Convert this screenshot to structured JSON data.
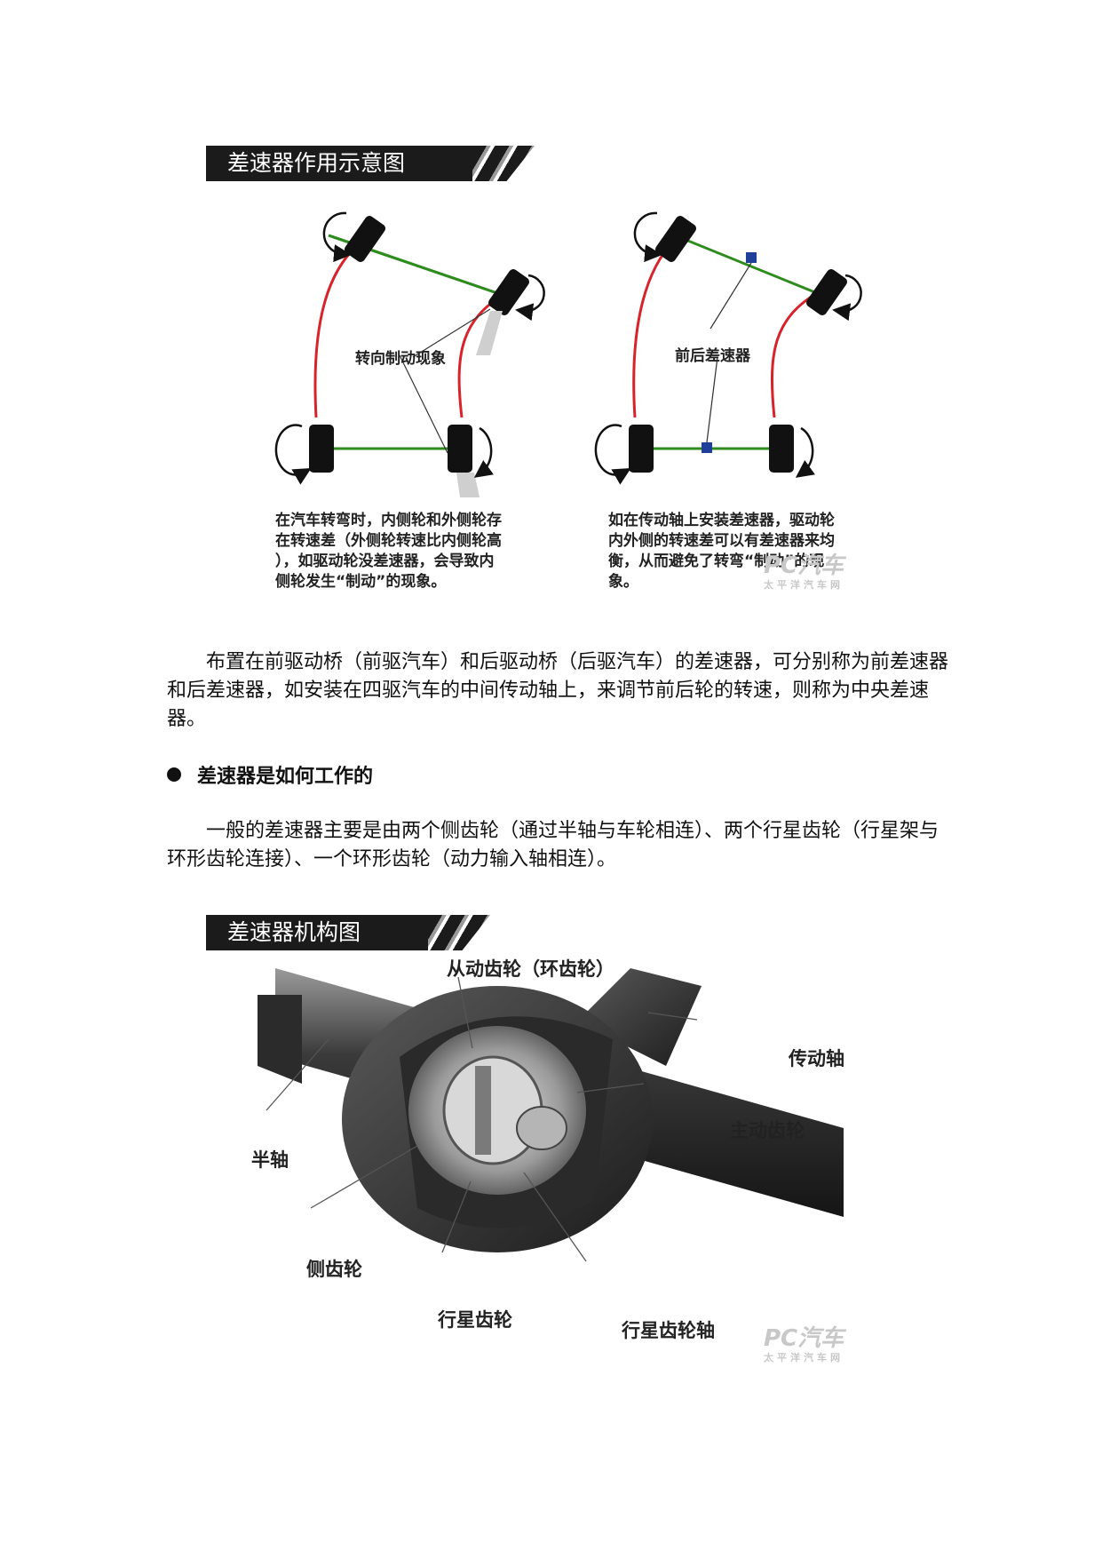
{
  "figure1": {
    "banner_title": "差速器作用示意图",
    "left": {
      "callout": "转向制动现象",
      "caption": [
        "在汽车转弯时，内侧轮和外侧轮存",
        "在转速差（外侧轮转速比内侧轮高",
        "），如驱动轮没差速器，会导致内",
        "侧轮发生“制动”的现象。"
      ]
    },
    "right": {
      "callout": "前后差速器",
      "caption": [
        "如在传动轴上安装差速器，驱动轮",
        "内外侧的转速差可以有差速器来均",
        "衡，从而避免了转弯“制动”的现",
        "象。"
      ]
    },
    "watermark_logo": "PC汽车",
    "watermark_sub": "太平洋汽车网"
  },
  "paragraph1": "布置在前驱动桥（前驱汽车）和后驱动桥（后驱汽车）的差速器，可分别称为前差速器和后差速器，如安装在四驱汽车的中间传动轴上，来调节前后轮的转速，则称为中央差速器。",
  "section_heading": "差速器是如何工作的",
  "paragraph2": "一般的差速器主要是由两个侧齿轮（通过半轴与车轮相连）、两个行星齿轮（行星架与环形齿轮连接）、一个环形齿轮（动力输入轴相连）。",
  "figure2": {
    "banner_title": "差速器机构图",
    "labels": {
      "ring_gear": "从动齿轮（环齿轮）",
      "drive_shaft": "传动轴",
      "pinion_gear": "主动齿轮",
      "half_shaft": "半轴",
      "side_gear": "侧齿轮",
      "planet_gear": "行星齿轮",
      "planet_shaft": "行星齿轮轴"
    },
    "watermark_logo": "PC汽车",
    "watermark_sub": "太平洋汽车网"
  },
  "colors": {
    "axle_green": "#2e8b1e",
    "path_red": "#d8232a",
    "diff_blue": "#1f3f99",
    "banner_bg": "#1b1b1b"
  }
}
